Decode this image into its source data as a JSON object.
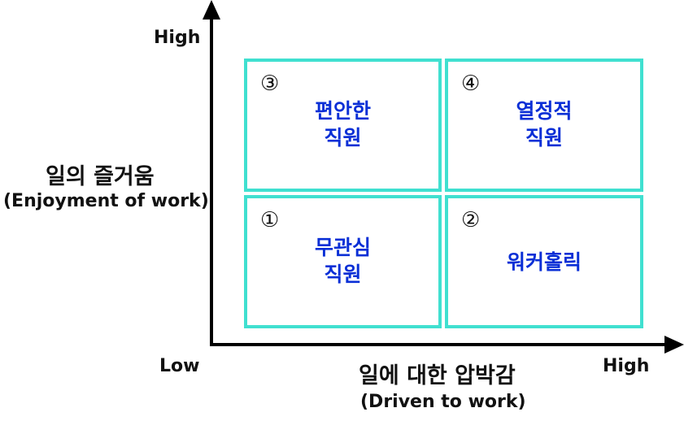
{
  "y_axis": {
    "high": "High",
    "title_kr": "일의 즐거움",
    "title_en": "(Enjoyment of work)"
  },
  "x_axis": {
    "low": "Low",
    "high": "High",
    "title_kr": "일에 대한 압박감",
    "title_en": "(Driven to work)"
  },
  "quadrants": [
    {
      "number": "③",
      "line1": "편안한",
      "line2": "직원"
    },
    {
      "number": "④",
      "line1": "열정적",
      "line2": "직원"
    },
    {
      "number": "①",
      "line1": "무관심",
      "line2": "직원"
    },
    {
      "number": "②",
      "line1": "워커홀릭",
      "line2": ""
    }
  ],
  "colors": {
    "box_border": "#40e0d0",
    "quadrant_text": "#0a2fd6",
    "axis": "#000000"
  }
}
